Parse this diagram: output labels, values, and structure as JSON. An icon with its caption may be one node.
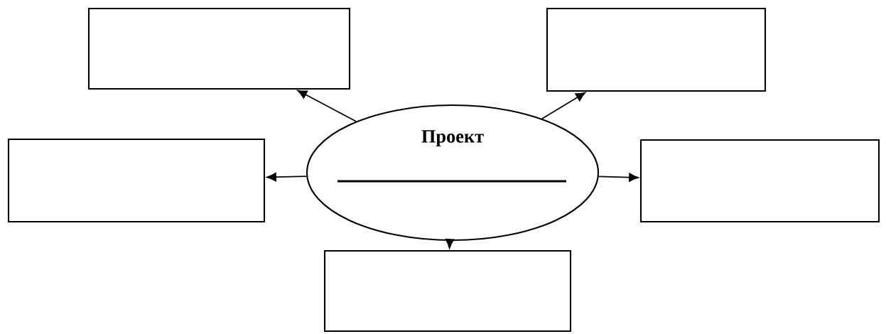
{
  "diagram": {
    "nodes": [
      {
        "text": [],
        "shape": "box"
      },
      {
        "text": [],
        "shape": "box"
      },
      {
        "text": [
          "Проект"
        ]
      },
      {
        "text": [],
        "shape": "box"
      },
      {
        "text": [],
        "shape": "box"
      },
      {
        "text": [],
        "shape": "box"
      }
    ],
    "edges": [
      {
        "from": 2,
        "to": 0,
        "arrow": "to"
      },
      {
        "from": 2,
        "to": 1,
        "arrow": "to"
      },
      {
        "from": 2,
        "to": 3,
        "arrow": "to"
      },
      {
        "from": 2,
        "to": 4,
        "arrow": "to"
      },
      {
        "from": 2,
        "to": 5,
        "arrow": "to"
      }
    ]
  }
}
